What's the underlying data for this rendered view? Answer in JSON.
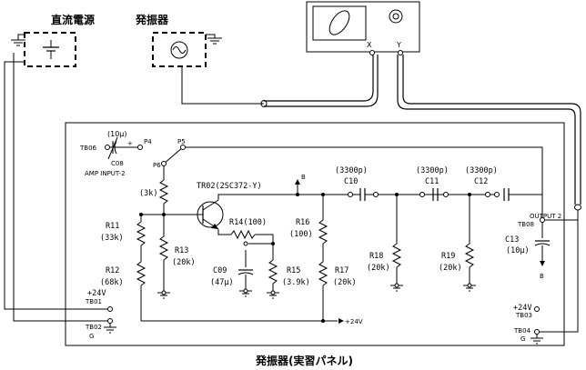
{
  "equipment": {
    "dc_power": "直流電源",
    "oscillator": "発振器",
    "scope_x": "X",
    "scope_y": "Y",
    "panel_caption": "発振器(実習パネル)"
  },
  "terminals": {
    "tb06": "TB06",
    "c08": "C08",
    "amp_input": "AMP INPUT-2",
    "p4": "P4",
    "p5": "P5",
    "p6": "P6",
    "tb01_v": "+24V",
    "tb01": "TB01",
    "tb02": "TB02",
    "tb02_g": "G",
    "b_top": "B",
    "v24_bottom": "+24V",
    "output2": "OUTPUT 2",
    "tb08": "TB08",
    "b_right": "B",
    "tb03_v": "+24V",
    "tb03": "TB03",
    "tb04": "TB04",
    "tb04_g": "G"
  },
  "components": {
    "c08_val": "(10μ)",
    "c08_minus": "−",
    "c08_plus": "+",
    "r_3k": "(3k)",
    "tr02": "TR02(2SC372-Y)",
    "r11": "R11",
    "r11_val": "(33k)",
    "r12": "R12",
    "r12_val": "(68k)",
    "r13": "R13",
    "r13_val": "(20k)",
    "r14": "R14(100)",
    "c09": "C09",
    "c09_val": "(47μ)",
    "r15": "R15",
    "r15_val": "(3.9k)",
    "r16": "R16",
    "r16_val": "(100)",
    "r17": "R17",
    "r17_val": "(20k)",
    "c10_val": "(3300p)",
    "c10": "C10",
    "c11_val": "(3300p)",
    "c11": "C11",
    "c12_val": "(3300p)",
    "c12": "C12",
    "r18": "R18",
    "r18_val": "(20k)",
    "r19": "R19",
    "r19_val": "(20k)",
    "c13": "C13",
    "c13_val": "(10μ)"
  }
}
